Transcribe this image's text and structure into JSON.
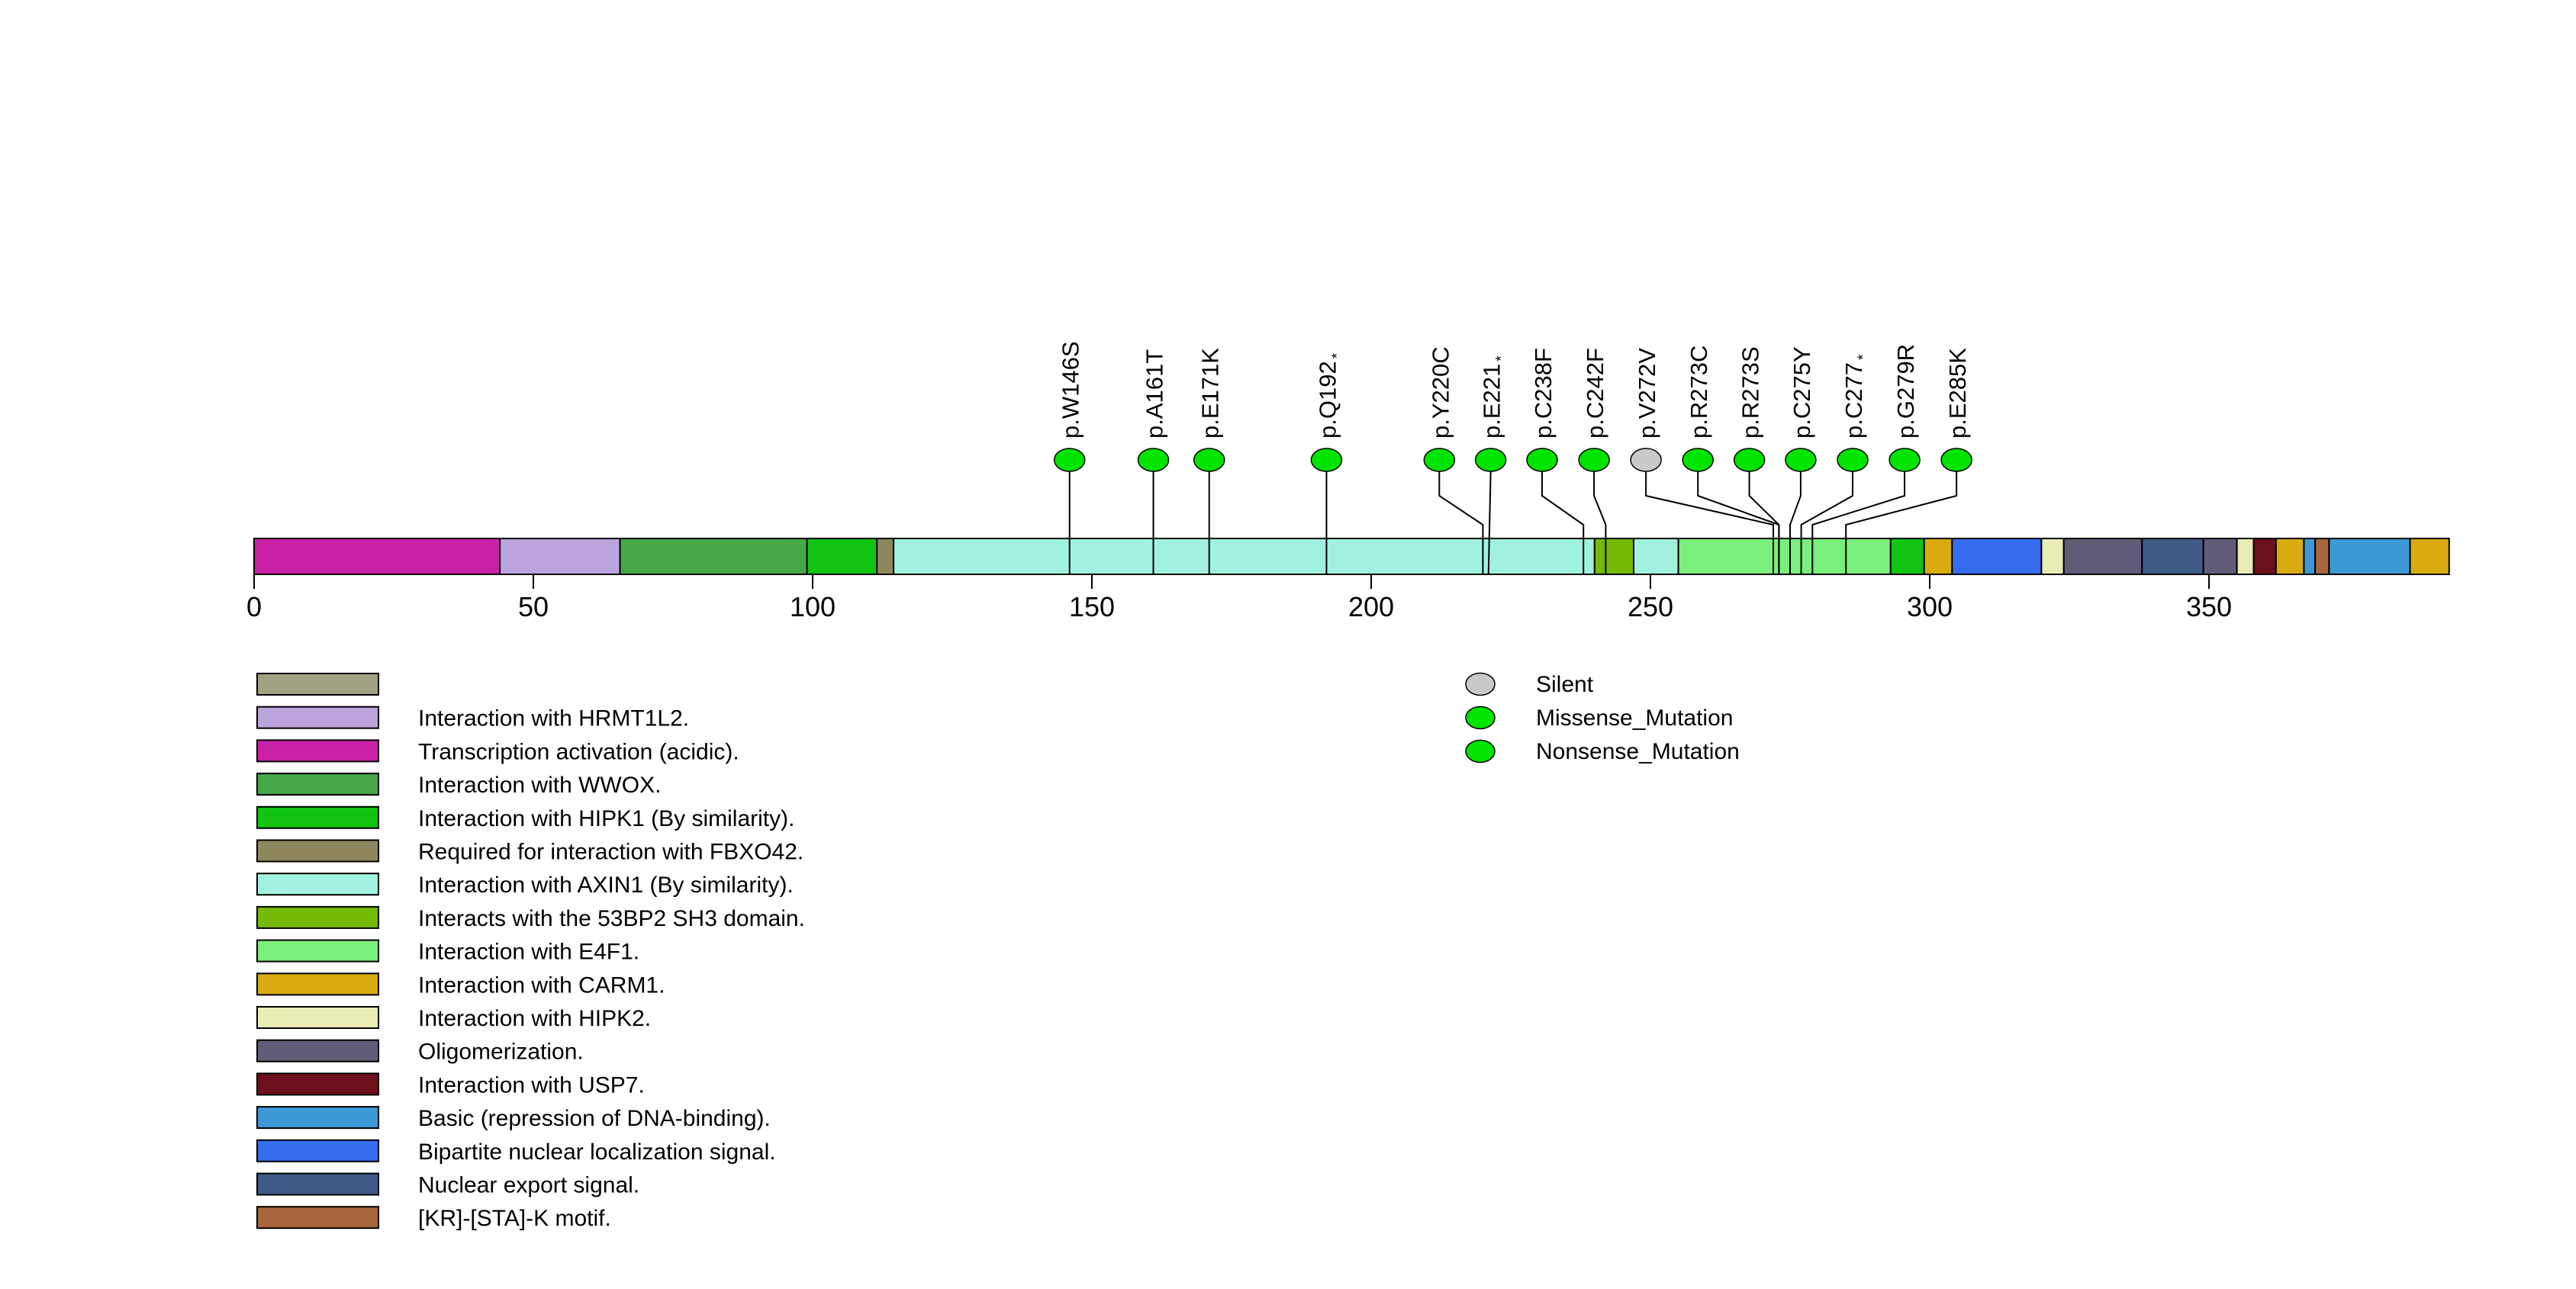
{
  "chart_data": {
    "type": "lollipop",
    "title": "",
    "xlim": [
      0,
      393
    ],
    "x_ticks": [
      0,
      50,
      100,
      150,
      200,
      250,
      300,
      350
    ],
    "mutation_colors": {
      "Silent": "#C9C9C9",
      "Missense_Mutation": "#00E400",
      "Nonsense_Mutation": "#00E400"
    },
    "mutations": [
      {
        "label": "p.W146S",
        "star": false,
        "aa": 146,
        "label_aa": 146,
        "type": "Missense_Mutation"
      },
      {
        "label": "p.A161T",
        "star": false,
        "aa": 161,
        "label_aa": 161,
        "type": "Missense_Mutation"
      },
      {
        "label": "p.E171K",
        "star": false,
        "aa": 171,
        "label_aa": 171,
        "type": "Missense_Mutation"
      },
      {
        "label": "p.Q192",
        "star": true,
        "aa": 192,
        "label_aa": 192,
        "type": "Nonsense_Mutation"
      },
      {
        "label": "p.Y220C",
        "star": false,
        "aa": 220,
        "label_aa": 212.2,
        "type": "Missense_Mutation"
      },
      {
        "label": "p.E221",
        "star": true,
        "aa": 221,
        "label_aa": 221.4,
        "type": "Nonsense_Mutation"
      },
      {
        "label": "p.C238F",
        "star": false,
        "aa": 238,
        "label_aa": 230.6,
        "type": "Missense_Mutation"
      },
      {
        "label": "p.C242F",
        "star": false,
        "aa": 242,
        "label_aa": 239.9,
        "type": "Missense_Mutation"
      },
      {
        "label": "p.V272V",
        "star": false,
        "aa": 272,
        "label_aa": 249.2,
        "type": "Silent"
      },
      {
        "label": "p.R273C",
        "star": false,
        "aa": 273,
        "label_aa": 258.5,
        "type": "Missense_Mutation"
      },
      {
        "label": "p.R273S",
        "star": false,
        "aa": 273,
        "label_aa": 267.7,
        "type": "Missense_Mutation"
      },
      {
        "label": "p.C275Y",
        "star": false,
        "aa": 275,
        "label_aa": 276.9,
        "type": "Missense_Mutation"
      },
      {
        "label": "p.C277",
        "star": true,
        "aa": 277,
        "label_aa": 286.2,
        "type": "Nonsense_Mutation"
      },
      {
        "label": "p.G279R",
        "star": false,
        "aa": 279,
        "label_aa": 295.5,
        "type": "Missense_Mutation"
      },
      {
        "label": "p.E285K",
        "star": false,
        "aa": 285,
        "label_aa": 304.8,
        "type": "Missense_Mutation"
      }
    ],
    "domains": [
      {
        "start": 0,
        "end": 44,
        "color": "#C921A8",
        "name": "Transcription activation (acidic)."
      },
      {
        "start": 44,
        "end": 65.5,
        "color": "#BAA4DC",
        "name": "Interaction with HRMT1L2."
      },
      {
        "start": 65.5,
        "end": 99,
        "color": "#47A847",
        "name": "Interaction with WWOX."
      },
      {
        "start": 99,
        "end": 111.5,
        "color": "#11C411",
        "name": "Interaction with HIPK1 (By similarity)."
      },
      {
        "start": 111.5,
        "end": 114.5,
        "color": "#8D885E",
        "name": "Required for interaction with FBXO42."
      },
      {
        "start": 114.5,
        "end": 240,
        "color": "#A0F2DE",
        "name": "Interaction with AXIN1 (By similarity)."
      },
      {
        "start": 240,
        "end": 247,
        "color": "#74BA07",
        "name": "Interacts with the 53BP2 SH3 domain."
      },
      {
        "start": 247,
        "end": 255,
        "color": "#A0F2DE",
        "name": "Interaction with AXIN1 (By similarity)."
      },
      {
        "start": 255,
        "end": 293,
        "color": "#7BEF7B",
        "name": "Interaction with E4F1."
      },
      {
        "start": 293,
        "end": 299,
        "color": "#11C411",
        "name": "Interaction with HIPK1 (By similarity)."
      },
      {
        "start": 299,
        "end": 304,
        "color": "#DAAB10",
        "name": "Interaction with CARM1."
      },
      {
        "start": 304,
        "end": 320,
        "color": "#356CEF",
        "name": "Bipartite nuclear localization signal."
      },
      {
        "start": 320,
        "end": 324,
        "color": "#E9ECB4",
        "name": "Interaction with HIPK2."
      },
      {
        "start": 324,
        "end": 338,
        "color": "#635C78",
        "name": "Oligomerization."
      },
      {
        "start": 338,
        "end": 349,
        "color": "#3F5B87",
        "name": "Nuclear export signal."
      },
      {
        "start": 349,
        "end": 355,
        "color": "#635C78",
        "name": "Oligomerization."
      },
      {
        "start": 355,
        "end": 358,
        "color": "#E9ECB4",
        "name": "Interaction with HIPK2."
      },
      {
        "start": 358,
        "end": 362,
        "color": "#6E0F1D",
        "name": "Interaction with USP7."
      },
      {
        "start": 362,
        "end": 367,
        "color": "#DAAB10",
        "name": "Interaction with CARM1."
      },
      {
        "start": 367,
        "end": 369,
        "color": "#3D99D6",
        "name": "Basic (repression of DNA-binding)."
      },
      {
        "start": 369,
        "end": 371.5,
        "color": "#A8663C",
        "name": "[KR]-[STA]-K motif."
      },
      {
        "start": 371.5,
        "end": 386,
        "color": "#3D99D6",
        "name": "Basic (repression of DNA-binding)."
      },
      {
        "start": 386,
        "end": 393,
        "color": "#DAAB10",
        "name": "Interaction with CARM1."
      }
    ],
    "domain_legend": [
      {
        "color": "#A2A283",
        "label": ""
      },
      {
        "color": "#BAA4DC",
        "label": "Interaction with HRMT1L2."
      },
      {
        "color": "#C921A8",
        "label": "Transcription activation (acidic)."
      },
      {
        "color": "#47A847",
        "label": "Interaction with WWOX."
      },
      {
        "color": "#11C411",
        "label": "Interaction with HIPK1 (By similarity)."
      },
      {
        "color": "#8D885E",
        "label": "Required for interaction with FBXO42."
      },
      {
        "color": "#A0F2DE",
        "label": "Interaction with AXIN1 (By similarity)."
      },
      {
        "color": "#74BA07",
        "label": "Interacts with the 53BP2 SH3 domain."
      },
      {
        "color": "#7BEF7B",
        "label": "Interaction with E4F1."
      },
      {
        "color": "#DAAB10",
        "label": "Interaction with CARM1."
      },
      {
        "color": "#E9ECB4",
        "label": "Interaction with HIPK2."
      },
      {
        "color": "#635C78",
        "label": "Oligomerization."
      },
      {
        "color": "#6E0F1D",
        "label": "Interaction with USP7."
      },
      {
        "color": "#3D99D6",
        "label": "Basic (repression of DNA-binding)."
      },
      {
        "color": "#356CEF",
        "label": "Bipartite nuclear localization signal."
      },
      {
        "color": "#3F5B87",
        "label": "Nuclear export signal."
      },
      {
        "color": "#A8663C",
        "label": "[KR]-[STA]-K motif."
      }
    ],
    "type_legend": [
      {
        "label": "Silent",
        "color": "#C9C9C9"
      },
      {
        "label": "Missense_Mutation",
        "color": "#00E400"
      },
      {
        "label": "Nonsense_Mutation",
        "color": "#00E400"
      }
    ]
  }
}
